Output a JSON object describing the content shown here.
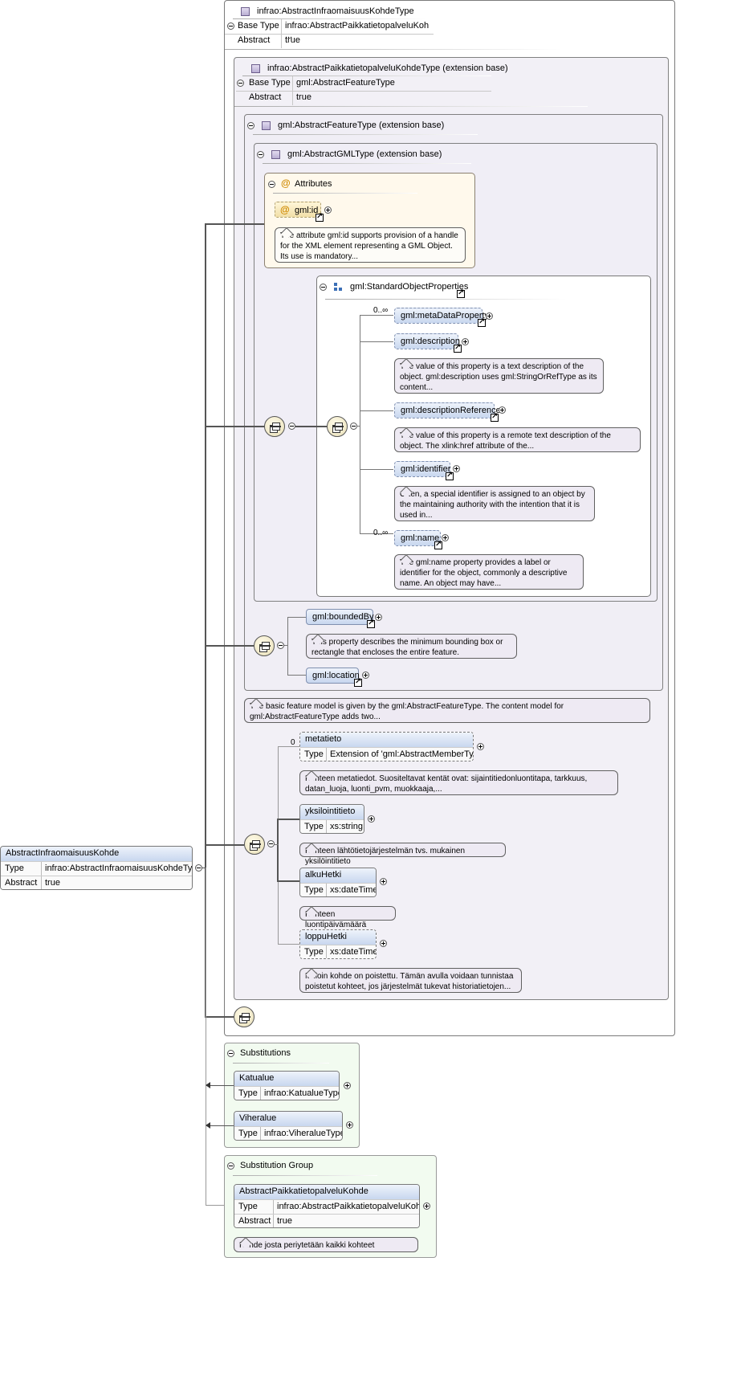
{
  "root_type": {
    "name": "infrao:AbstractInfraomaisuusKohdeType",
    "base_type_key": "Base Type",
    "base_type_value": "infrao:AbstractPaikkatietopalveluKoh ...",
    "abstract_key": "Abstract",
    "abstract_value": "true"
  },
  "ext1": {
    "name": "infrao:AbstractPaikkatietopalveluKohdeType (extension base)",
    "base_type_key": "Base Type",
    "base_type_value": "gml:AbstractFeatureType",
    "abstract_key": "Abstract",
    "abstract_value": "true"
  },
  "ext2": {
    "name": "gml:AbstractFeatureType (extension base)"
  },
  "ext3": {
    "name": "gml:AbstractGMLType (extension base)"
  },
  "attributes": {
    "title": "Attributes",
    "id_label": "gml:id",
    "id_doc": "The attribute gml:id supports provision of a handle for the XML element representing a GML Object. Its use is mandatory..."
  },
  "std_props": {
    "title": "gml:StandardObjectProperties",
    "multiplicity_top": "0..∞",
    "multiplicity_bottom": "0..∞",
    "items": [
      {
        "label": "gml:metaDataProperty"
      },
      {
        "label": "gml:description",
        "doc": "The value of this property is a text description of the object. gml:description uses gml:StringOrRefType as its content..."
      },
      {
        "label": "gml:descriptionReference",
        "doc": "The value of this property is a remote text description of the object. The xlink:href attribute of the..."
      },
      {
        "label": "gml:identifier",
        "doc": "Often, a special identifier is assigned to an object by the maintaining authority with the intention that it is used in..."
      },
      {
        "label": "gml:name",
        "doc": "The gml:name property provides a label or identifier for the object, commonly a descriptive name. An object may have..."
      }
    ]
  },
  "feature_props": {
    "bounded_by": "gml:boundedBy",
    "bounded_by_doc": "This property describes the minimum bounding box or rectangle that encloses the entire feature.",
    "location": "gml:location",
    "feature_doc": "The basic feature model is given by the gml:AbstractFeatureType. The content model for gml:AbstractFeatureType adds two..."
  },
  "own_elements": {
    "multiplicity": "0",
    "items": [
      {
        "name": "metatieto",
        "type_key": "Type",
        "type_value": "Extension of 'gml:AbstractMemberType'",
        "doc": "Kohteen metatiedot. Suositeltavat kentät ovat: sijaintitiedonluontitapa, tarkkuus, datan_luoja, luonti_pvm, muokkaaja,..."
      },
      {
        "name": "yksilointitieto",
        "type_key": "Type",
        "type_value": "xs:string",
        "doc": "Kohteen lähtötietojärjestelmän tvs. mukainen yksilöintitieto"
      },
      {
        "name": "alkuHetki",
        "type_key": "Type",
        "type_value": "xs:dateTime",
        "doc": "Kohteen luontipäivämäärä"
      },
      {
        "name": "loppuHetki",
        "type_key": "Type",
        "type_value": "xs:dateTime",
        "doc": "Milloin kohde on poistettu. Tämän avulla voidaan tunnistaa poistetut kohteet, jos järjestelmät tukevat historiatietojen..."
      }
    ]
  },
  "main_element": {
    "name": "AbstractInfraomaisuusKohde",
    "type_key": "Type",
    "type_value": "infrao:AbstractInfraomaisuusKohdeType",
    "abstract_key": "Abstract",
    "abstract_value": "true"
  },
  "substitutions": {
    "title": "Substitutions",
    "items": [
      {
        "name": "Katualue",
        "type_key": "Type",
        "type_value": "infrao:KatualueType"
      },
      {
        "name": "Viheralue",
        "type_key": "Type",
        "type_value": "infrao:ViheralueType"
      }
    ]
  },
  "substitution_group": {
    "title": "Substitution Group",
    "name": "AbstractPaikkatietopalveluKohde",
    "type_key": "Type",
    "type_value": "infrao:AbstractPaikkatietopalveluKoh ...",
    "abstract_key": "Abstract",
    "abstract_value": "true",
    "doc": "Kohde josta periytetään kaikki kohteet"
  }
}
